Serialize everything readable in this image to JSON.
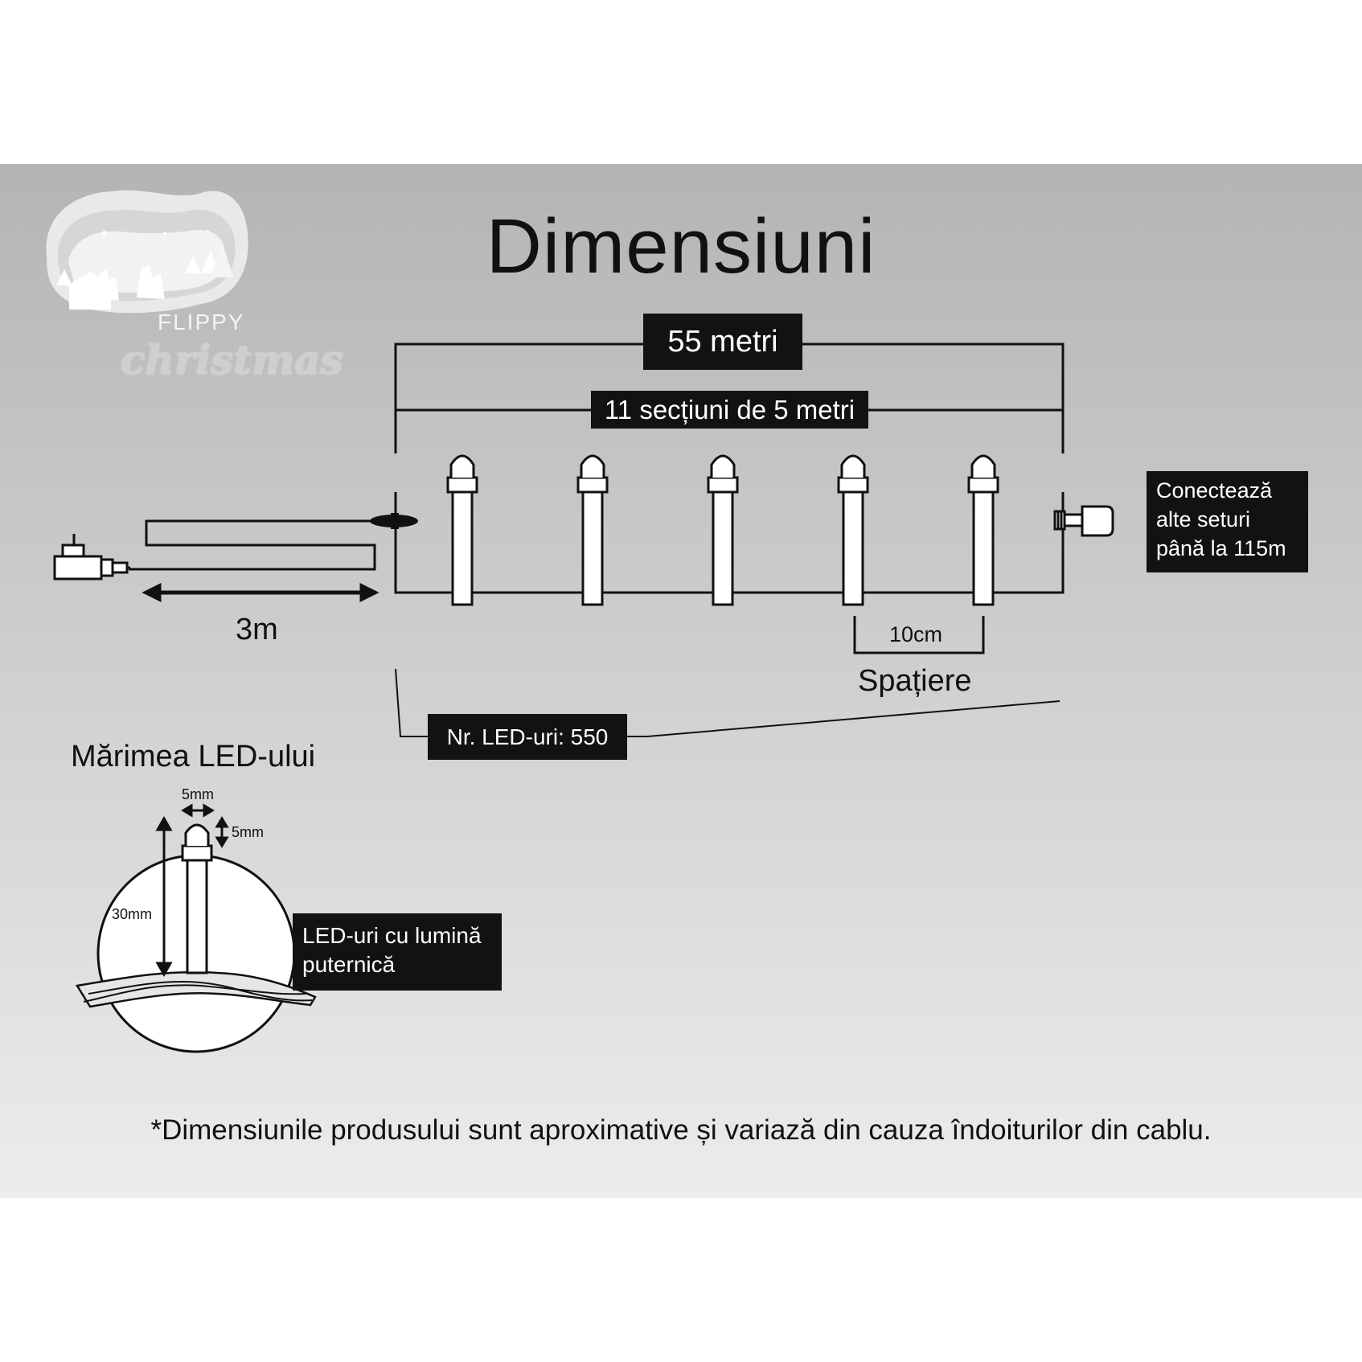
{
  "title": "Dimensiuni",
  "brand": {
    "line1": "FLIPPY",
    "line2": "christmas"
  },
  "labels": {
    "total_length": "55 metri",
    "sections": "11 secțiuni de 5 metri",
    "connect": [
      "Conectează",
      "alte seturi",
      "până la 115m"
    ],
    "lead_length": "3m",
    "spacing_value": "10cm",
    "spacing_label": "Spațiere",
    "led_count": "Nr. LED-uri: 550",
    "led_size_title": "Mărimea LED-ului",
    "width_dim": "5mm",
    "head_dim": "5mm",
    "height_dim": "30mm",
    "led_type": [
      "LED-uri cu lumină",
      "puternică"
    ]
  },
  "footnote": "*Dimensiunile produsului sunt aproximative și variază din cauza îndoiturilor din cablu.",
  "colors": {
    "box": "#121212",
    "ink": "#111111",
    "panel_top": "#b4b4b4",
    "panel_bottom": "#ececec"
  }
}
